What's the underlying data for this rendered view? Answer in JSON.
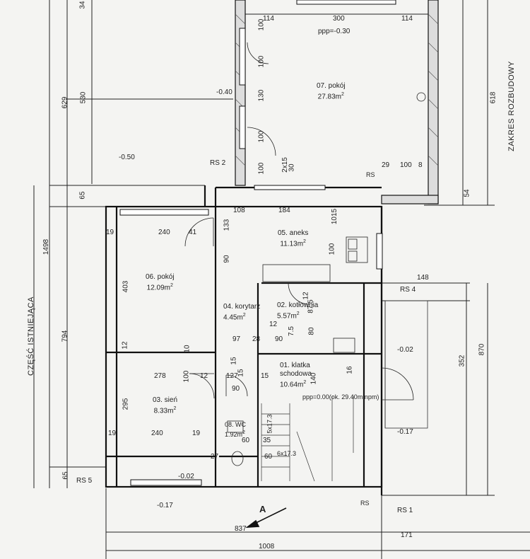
{
  "drawing": {
    "existing_part": "CZĘŚĆ ISTNIEJĄCA",
    "extension_range": "ZAKRES ROZBUDOWY"
  },
  "rooms": [
    {
      "id": "r07",
      "name": "07. pokój",
      "area": "27.83m",
      "unit_sup": "2"
    },
    {
      "id": "r05",
      "name": "05. aneks",
      "area": "11.13m",
      "unit_sup": "2"
    },
    {
      "id": "r06",
      "name": "06. pokój",
      "area": "12.09m",
      "unit_sup": "2"
    },
    {
      "id": "r04",
      "name": "04. korytarz",
      "area": "4.45m",
      "unit_sup": "2"
    },
    {
      "id": "r02",
      "name": "02. kotłownia",
      "area": "5.57m",
      "unit_sup": "2"
    },
    {
      "id": "r01",
      "name": "01. klatka",
      "name2": "schodowa",
      "area": "10.64m",
      "unit_sup": "2"
    },
    {
      "id": "r03",
      "name": "03. sień",
      "area": "8.33m",
      "unit_sup": "2"
    },
    {
      "id": "r08",
      "name": "08. WC",
      "area": "1.92m",
      "unit_sup": "2"
    }
  ],
  "levels": {
    "ppp_top": "ppp=-0.30",
    "ppp_main": "ppp=0.00(ok. 29.40m npm)",
    "lvl_040": "-0.40",
    "lvl_050": "-0.50",
    "lvl_002_right": "-0.02",
    "lvl_017_right": "-0.17",
    "lvl_002_bottom": "-0.02",
    "lvl_017_bottom": "-0.17"
  },
  "sections": {
    "rs1": "RS 1",
    "rs2": "RS 2",
    "rs4": "RS 4",
    "rs5": "RS 5",
    "rs_small_top": "RS",
    "rs_small_bottom": "RS",
    "section_a": "A"
  },
  "dimensions": {
    "top": [
      "114",
      "300",
      "114",
      "34"
    ],
    "left_outer": [
      "629",
      "1498",
      "794",
      "65",
      "65"
    ],
    "left_inner": [
      "530",
      "403",
      "295"
    ],
    "right": [
      "618",
      "870",
      "352",
      "54",
      "148"
    ],
    "bottom": [
      "837",
      "1008",
      "171"
    ],
    "r07_sides": [
      "100",
      "100",
      "130",
      "100",
      "100",
      "2x15",
      "30",
      "29",
      "100",
      "8"
    ],
    "r05": [
      "108",
      "184",
      "133",
      "1015",
      "100",
      "90"
    ],
    "r06": [
      "19",
      "240",
      "41",
      "12",
      "10"
    ],
    "misc": [
      "12",
      "87.5",
      "80",
      "7.5",
      "97",
      "127",
      "28",
      "90",
      "12",
      "15",
      "100",
      "12",
      "15",
      "140",
      "16",
      "278",
      "90",
      "19",
      "240",
      "19",
      "5x17.3",
      "60",
      "35",
      "6x17.3",
      "60",
      "27",
      "15"
    ]
  }
}
